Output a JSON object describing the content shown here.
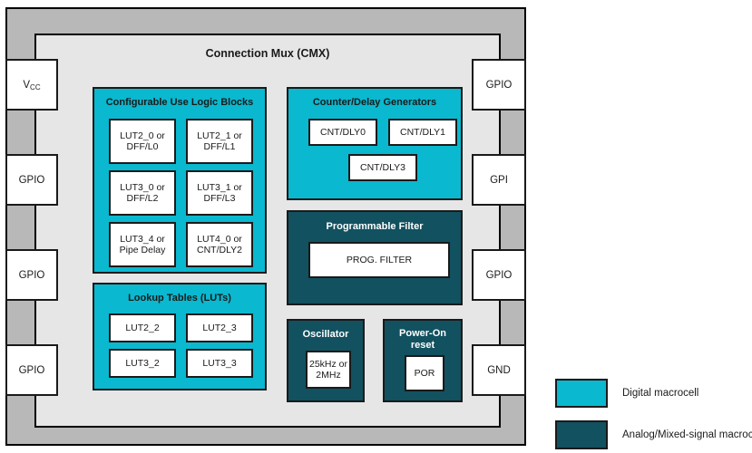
{
  "chip": {
    "connection_mux_label": "Connection Mux (CMX)"
  },
  "pins": {
    "left": [
      {
        "label": "V",
        "sub": "CC",
        "name": "pin-vcc"
      },
      {
        "label": "GPIO",
        "sub": "",
        "name": "pin-left-gpio-1"
      },
      {
        "label": "GPIO",
        "sub": "",
        "name": "pin-left-gpio-2"
      },
      {
        "label": "GPIO",
        "sub": "",
        "name": "pin-left-gpio-3"
      }
    ],
    "right": [
      {
        "label": "GPIO",
        "sub": "",
        "name": "pin-right-gpio-1"
      },
      {
        "label": "GPI",
        "sub": "",
        "name": "pin-right-gpi"
      },
      {
        "label": "GPIO",
        "sub": "",
        "name": "pin-right-gpio-2"
      },
      {
        "label": "GND",
        "sub": "",
        "name": "pin-gnd"
      }
    ]
  },
  "groups": {
    "clb": {
      "title": "Configurable Use Logic Blocks",
      "type": "digital",
      "cells": [
        "LUT2_0 or\nDFF/L0",
        "LUT2_1 or\nDFF/L1",
        "LUT3_0 or\nDFF/L2",
        "LUT3_1 or\nDFF/L3",
        "LUT3_4 or\nPipe Delay",
        "LUT4_0 or\nCNT/DLY2"
      ]
    },
    "luts": {
      "title": "Lookup Tables (LUTs)",
      "type": "digital",
      "cells": [
        "LUT2_2",
        "LUT2_3",
        "LUT3_2",
        "LUT3_3"
      ]
    },
    "counters": {
      "title": "Counter/Delay Generators",
      "type": "digital",
      "cells": [
        "CNT/DLY0",
        "CNT/DLY1",
        "CNT/DLY3"
      ]
    },
    "filter": {
      "title": "Programmable Filter",
      "type": "analog",
      "cells": [
        "PROG. FILTER"
      ]
    },
    "oscillator": {
      "title": "Oscillator",
      "type": "analog",
      "cells": [
        "25kHz or\n2MHz"
      ]
    },
    "por": {
      "title": "Power-On\nreset",
      "type": "analog",
      "cells": [
        "POR"
      ]
    }
  },
  "legend": {
    "items": [
      {
        "label": "Digital macrocell",
        "color": "#0ab8cf"
      },
      {
        "label": "Analog/Mixed-signal macrocell",
        "color": "#12515f"
      }
    ]
  }
}
